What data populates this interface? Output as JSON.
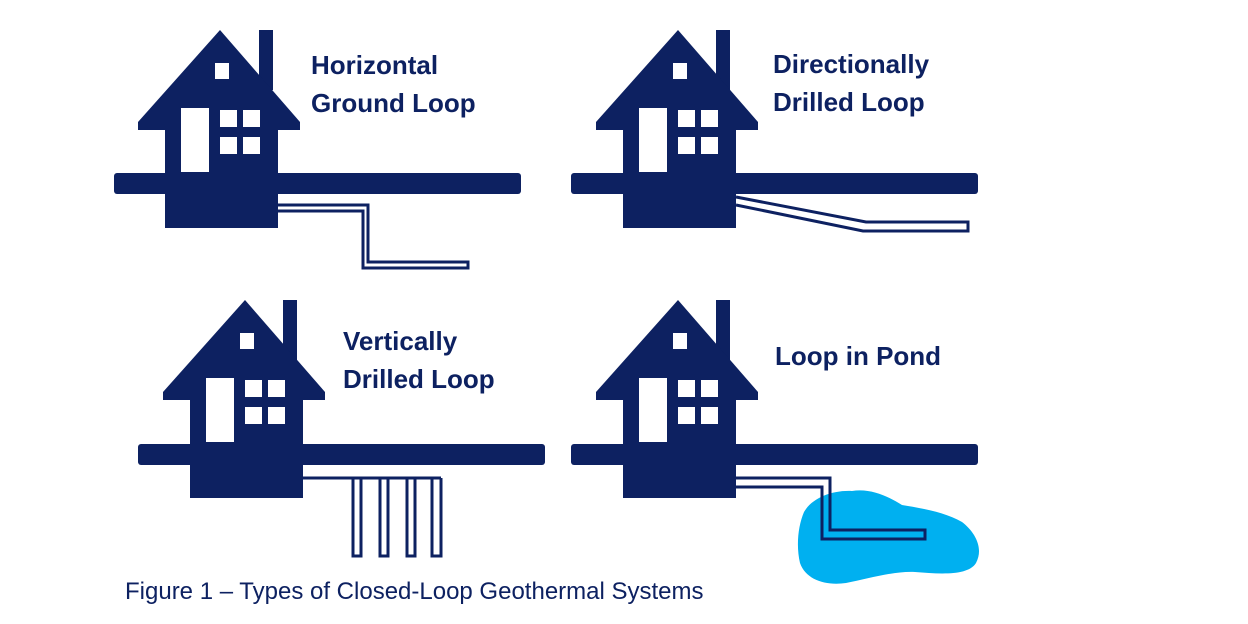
{
  "panels": [
    {
      "id": "horizontal",
      "title_line1": "Horizontal",
      "title_line2": "Ground Loop"
    },
    {
      "id": "directional",
      "title_line1": "Directionally",
      "title_line2": "Drilled Loop"
    },
    {
      "id": "vertical",
      "title_line1": "Vertically",
      "title_line2": "Drilled Loop"
    },
    {
      "id": "pond",
      "title_line1": "Loop in Pond",
      "title_line2": ""
    }
  ],
  "caption": "Figure 1 – Types of Closed-Loop Geothermal Systems",
  "colors": {
    "house": "#0d2161",
    "pipe": "#0d2161",
    "pond": "#00b0f0",
    "background": "#ffffff"
  }
}
